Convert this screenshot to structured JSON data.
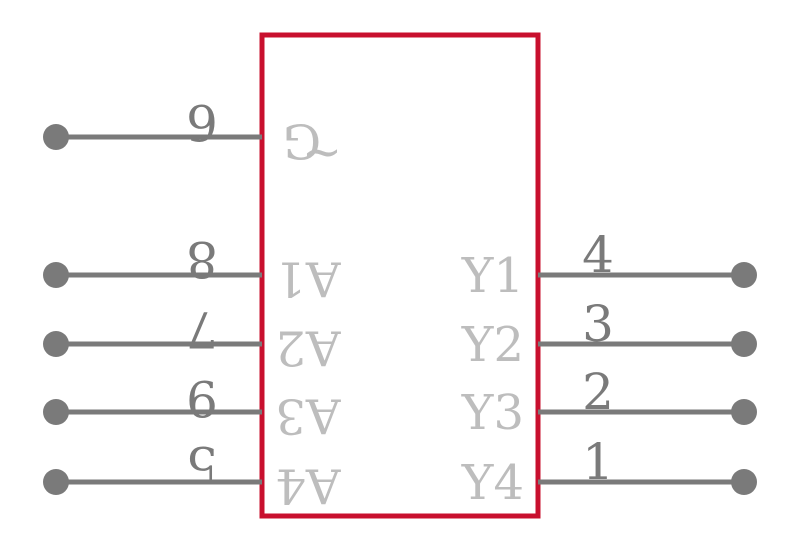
{
  "component": {
    "outline_color": "#c8102e",
    "wire_color": "#7a7a7a",
    "label_color": "#bdbdbd"
  },
  "left_pins": [
    {
      "number": "6",
      "label": "G",
      "label_suffix": "~",
      "mirrored": true
    },
    {
      "number": "8",
      "label": "A1",
      "mirrored": true
    },
    {
      "number": "7",
      "label": "A2",
      "mirrored": true
    },
    {
      "number": "9",
      "label": "A3",
      "mirrored": true
    },
    {
      "number": "5",
      "label": "A4",
      "mirrored": true
    }
  ],
  "right_pins": [
    {
      "number": "4",
      "label": "Y1"
    },
    {
      "number": "3",
      "label": "Y2"
    },
    {
      "number": "2",
      "label": "Y3"
    },
    {
      "number": "1",
      "label": "Y4"
    }
  ]
}
